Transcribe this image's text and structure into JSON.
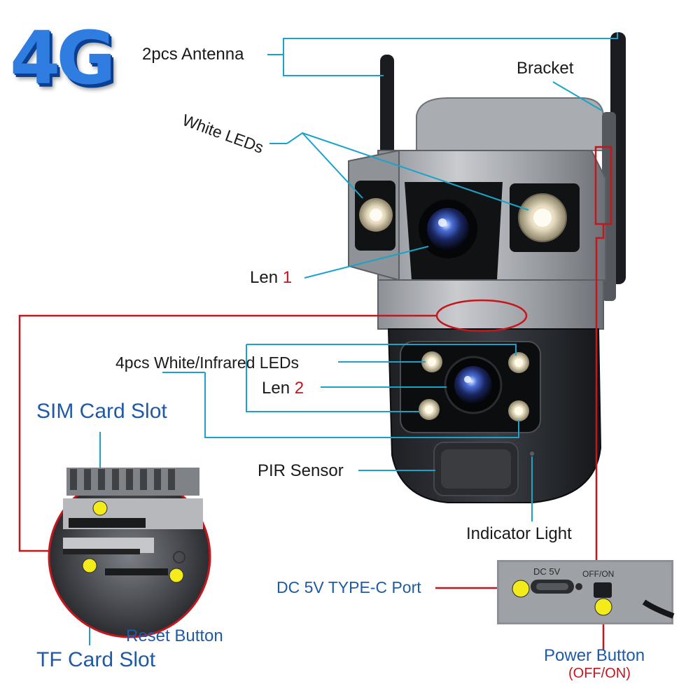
{
  "logo": "4G",
  "labels": {
    "antenna": "2pcs Antenna",
    "bracket": "Bracket",
    "white_leds": "White LEDs",
    "len1_text": "Len ",
    "len1_num": "1",
    "ir_leds": "4pcs White/Infrared LEDs",
    "len2_text": "Len ",
    "len2_num": "2",
    "pir": "PIR Sensor",
    "indicator": "Indicator Light",
    "sim": "SIM Card Slot",
    "tf": "TF Card Slot",
    "reset": "Reset Button",
    "dc_port": "DC 5V TYPE-C Port",
    "power": "Power Button",
    "power_sub": "(OFF/ON)"
  },
  "port_panel": {
    "dc_print": "DC 5V",
    "switch_print": "OFF/ON"
  },
  "colors": {
    "leader_cyan": "#1aa3c8",
    "leader_red": "#c4161c",
    "callout_blue": "#1f5aa6",
    "marker_yellow": "#f4ec1a"
  }
}
